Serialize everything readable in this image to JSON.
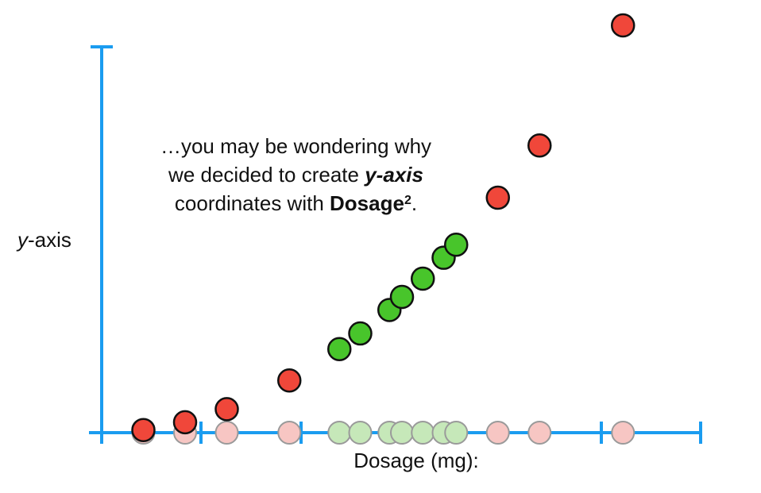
{
  "chart_data": {
    "type": "scatter",
    "xlabel": "Dosage (mg):",
    "ylabel_italic": "y",
    "ylabel_rest": "-axis",
    "annotation": {
      "line1": "…you may be wondering why",
      "line2_pre": "we decided to create ",
      "line2_bold": "y-axis",
      "line3_pre": "coordinates with ",
      "line3_bold": "Dosage",
      "line3_sup": "2",
      "line3_post": "."
    },
    "xlim": [
      0,
      12
    ],
    "ylim": [
      0,
      144
    ],
    "points": [
      {
        "x": 1,
        "y": 1,
        "group": "red"
      },
      {
        "x": 2,
        "y": 4,
        "group": "red"
      },
      {
        "x": 3,
        "y": 9,
        "group": "red"
      },
      {
        "x": 4.5,
        "y": 20,
        "group": "red"
      },
      {
        "x": 5.7,
        "y": 32,
        "group": "green"
      },
      {
        "x": 6.2,
        "y": 38,
        "group": "green"
      },
      {
        "x": 6.9,
        "y": 47,
        "group": "green"
      },
      {
        "x": 7.2,
        "y": 52,
        "group": "green"
      },
      {
        "x": 7.7,
        "y": 59,
        "group": "green"
      },
      {
        "x": 8.2,
        "y": 67,
        "group": "green"
      },
      {
        "x": 8.5,
        "y": 72,
        "group": "green"
      },
      {
        "x": 9.5,
        "y": 90,
        "group": "red"
      },
      {
        "x": 10.5,
        "y": 110,
        "group": "red"
      },
      {
        "x": 12.5,
        "y": 156,
        "group": "red"
      }
    ],
    "colors": {
      "axis": "#1a9cf0",
      "red": "#f0473a",
      "green": "#48c52b",
      "red_faded": "#f7c6c3",
      "green_faded": "#c6e8b9",
      "faded_stroke": "#9a9a9a"
    }
  }
}
